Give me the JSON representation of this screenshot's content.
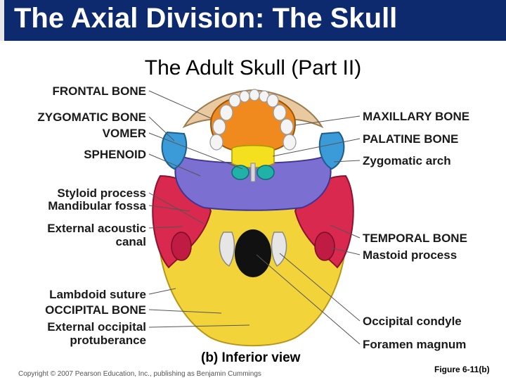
{
  "header": {
    "title": "The Axial Division: The Skull"
  },
  "subtitle": "The Adult Skull (Part II)",
  "labels_left": {
    "frontal_bone": "FRONTAL BONE",
    "zygomatic_bone": "ZYGOMATIC BONE",
    "vomer": "VOMER",
    "sphenoid": "SPHENOID",
    "styloid_process": "Styloid process",
    "mandibular_fossa": "Mandibular fossa",
    "external_acoustic_1": "External acoustic",
    "external_acoustic_2": "canal",
    "lambdoid_suture": "Lambdoid suture",
    "occipital_bone": "OCCIPITAL BONE",
    "ext_occ_1": "External occipital",
    "ext_occ_2": "protuberance"
  },
  "labels_right": {
    "maxillary_bone": "MAXILLARY BONE",
    "palatine_bone": "PALATINE BONE",
    "zygomatic_arch": "Zygomatic arch",
    "temporal_bone": "TEMPORAL BONE",
    "mastoid_process": "Mastoid process",
    "occipital_condyle": "Occipital condyle",
    "foramen_magnum": "Foramen magnum"
  },
  "view_caption": "(b) Inferior view",
  "copyright": "Copyright © 2007 Pearson Education, Inc., publishing as Benjamin Cummings",
  "figure_number": "Figure 6-11(b)",
  "colors": {
    "title_bar": "#0d2a6e",
    "occipital": "#f2d43a",
    "temporal": "#d9294f",
    "sphenoid": "#7b6fd1",
    "zygomatic": "#3a9bd8",
    "maxilla": "#f08a1e",
    "palatine": "#f5e020",
    "vomer": "#20b2a8",
    "teeth": "#f4f4f4"
  }
}
